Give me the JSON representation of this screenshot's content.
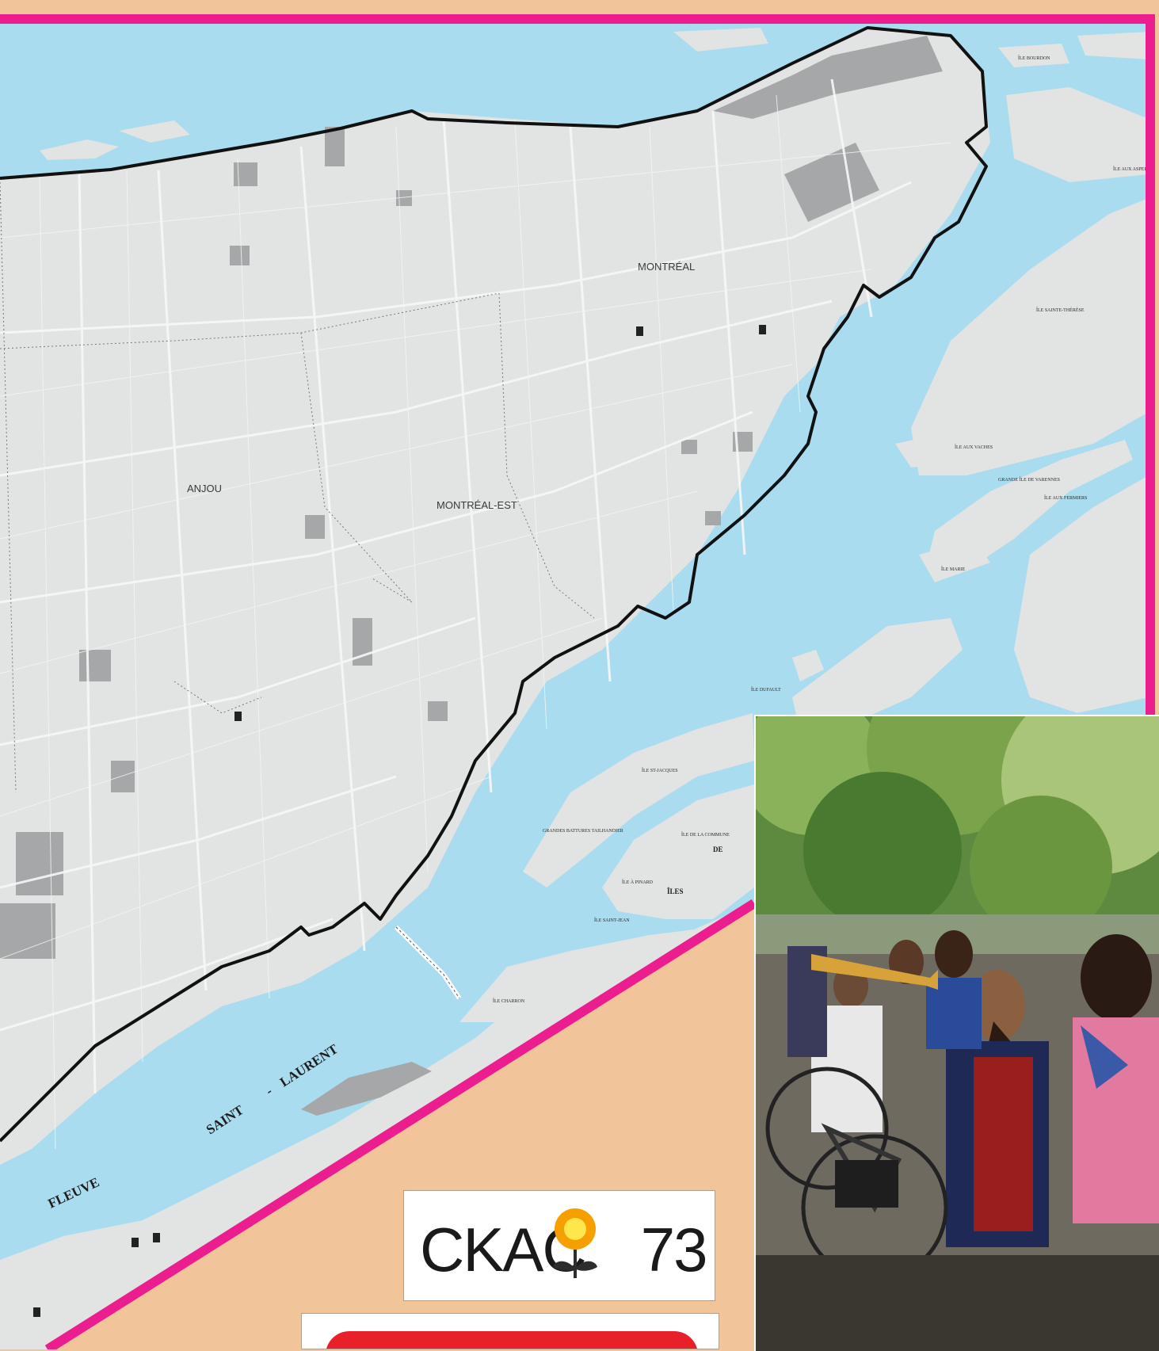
{
  "map": {
    "colors": {
      "water": "#a9dcef",
      "land": "#e2e3e3",
      "dark_block": "#a6a7a8",
      "border": "#ec1e8f",
      "background": "#f2c49a",
      "boundary": "#111111"
    },
    "labels": {
      "montreal": "MONTRÉAL",
      "anjou": "ANJOU",
      "montreal_est": "MONTRÉAL-EST",
      "river_saint": "SAINT",
      "river_laurent": "LAURENT",
      "river_fleuve": "FLEUVE",
      "river_dash": "-",
      "island_de": "DE",
      "island_iles": "ÎLES"
    },
    "islands": {
      "sainte_therese": "ÎLE SAINTE-THÉRÈSE",
      "aux_vaches": "ÎLE AUX VACHES",
      "grande_ile": "GRANDE ÎLE DE VARENNES",
      "aux_fermiers": "ÎLE AUX FERMIERS",
      "ile_marie": "ÎLE MARIE",
      "sainte_therese_small": "ÎLE DE LA COMMUNE",
      "dufault": "ÎLE DUFAULT",
      "st_jacques": "ÎLE ST-JACQUES",
      "grandes_battures": "GRANDES BATTURES TAILHANDIER",
      "ile_a_pinard": "ÎLE À PINARD",
      "ile_charron": "ÎLE CHARRON",
      "ile_bourdon": "ÎLE BOURDON",
      "ile_bonfoy": "ÎLE BOURDON",
      "ile_aux_asperges": "ÎLE AUX ASPERGES",
      "ile_sainte_jean": "ÎLE SAINT-JEAN"
    },
    "icons": [
      "metro-icon",
      "metro-icon",
      "metro-icon",
      "metro-icon",
      "metro-icon",
      "metro-icon"
    ]
  },
  "logo": {
    "text": "CKAC",
    "number": "73",
    "flower_outer_color": "#f5a000",
    "flower_inner_color": "#ffe64d",
    "stem_color": "#2d2d2d"
  },
  "photo": {
    "icon": "photo-of-cyclists-and-trumpet-player"
  }
}
